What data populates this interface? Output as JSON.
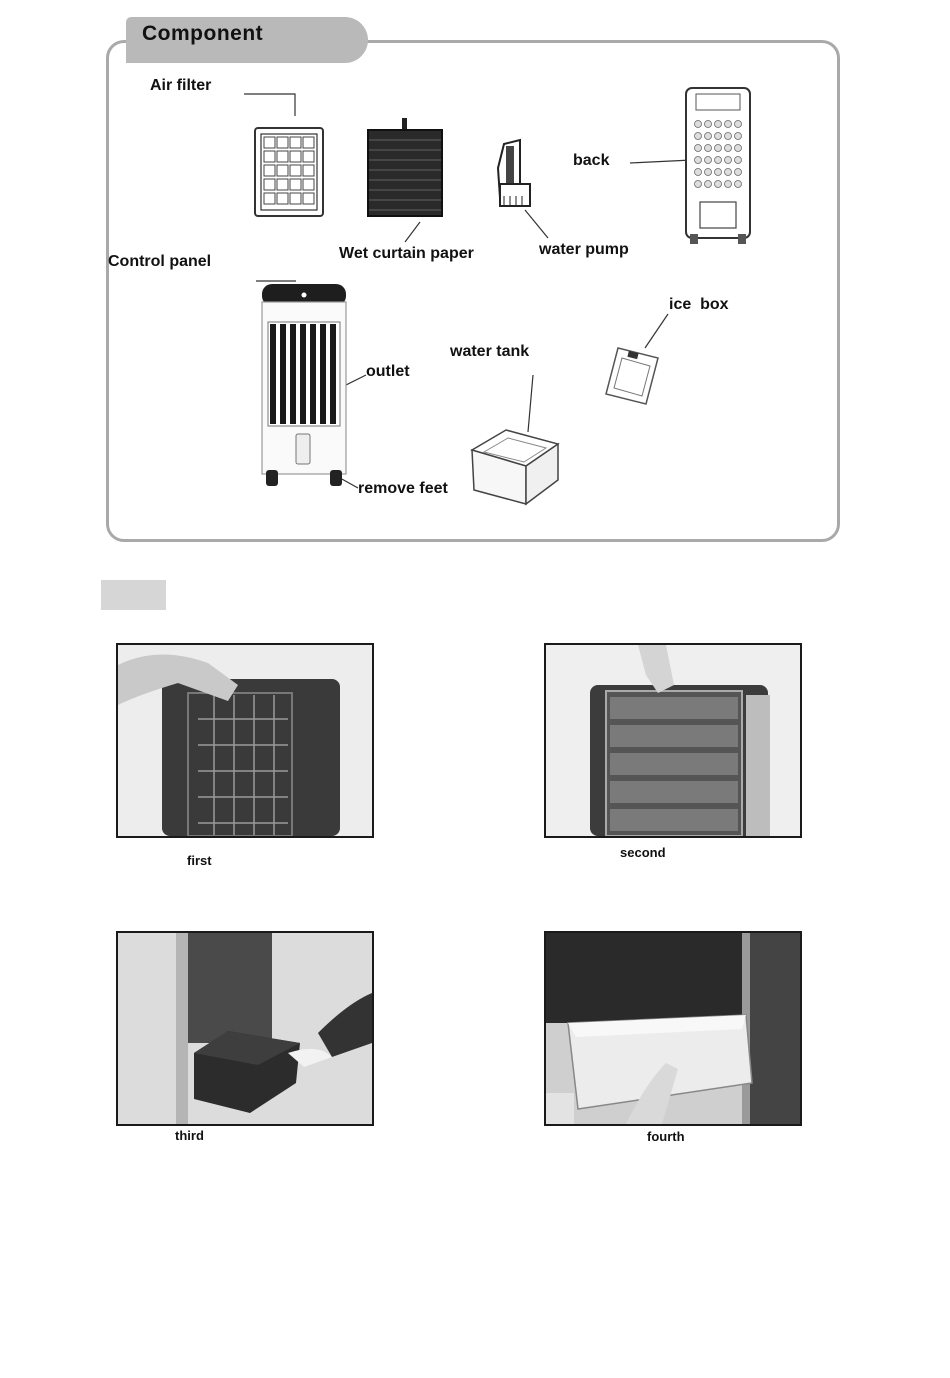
{
  "component": {
    "title": "Component",
    "labels": {
      "air_filter": "Air filter",
      "wet_curtain": "Wet curtain paper",
      "water_pump": "water pump",
      "back": "back",
      "control_panel": "Control panel",
      "outlet": "outlet",
      "water_tank": "water tank",
      "ice_box": "ice  box",
      "remove_feet": "remove feet"
    }
  },
  "steps": {
    "first": "first",
    "second": "second",
    "third": "third",
    "fourth": "fourth"
  }
}
